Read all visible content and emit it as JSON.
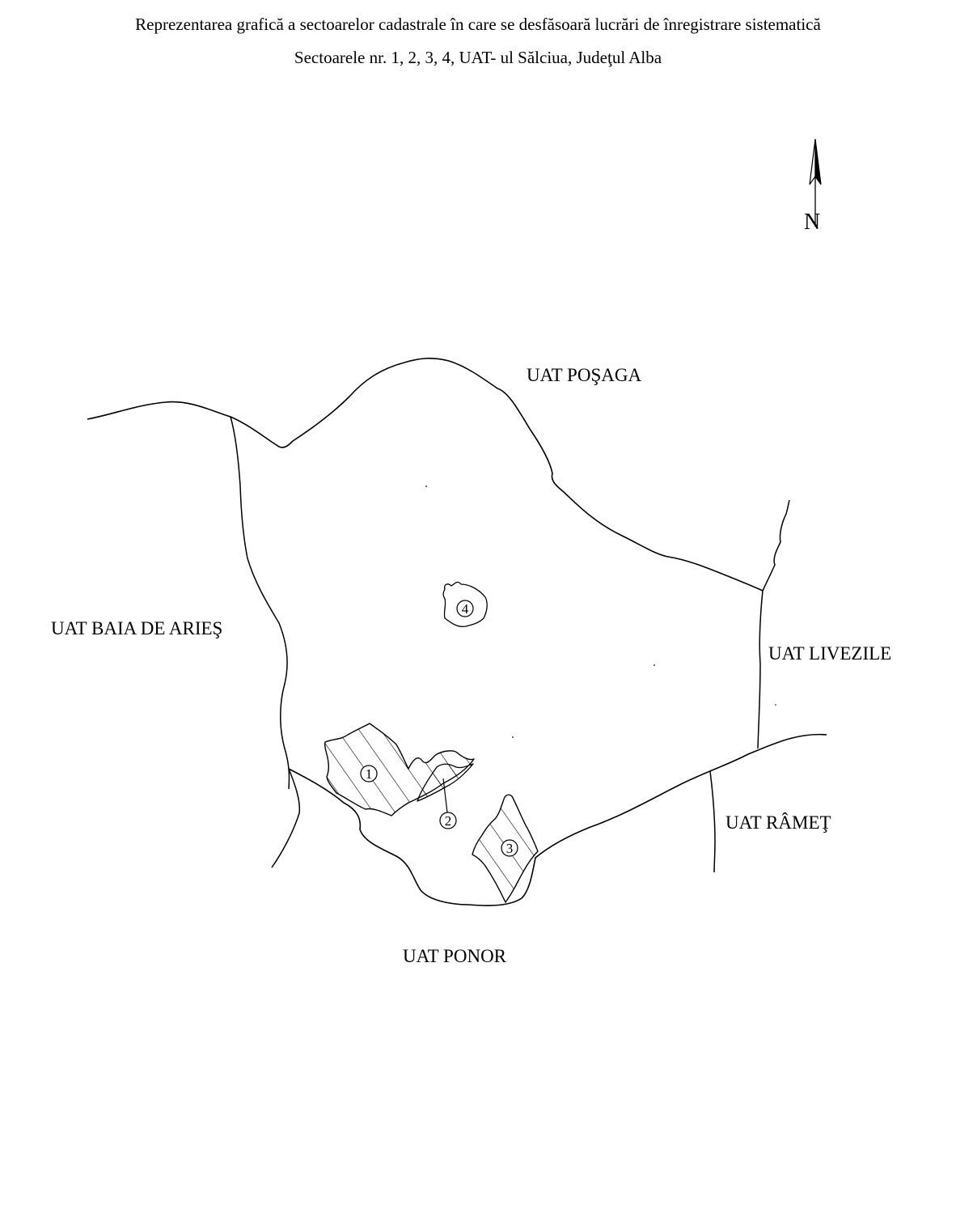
{
  "title": {
    "line1": "Reprezentarea grafică a sectoarelor cadastrale în care se desfăsoară lucrări de înregistrare sistematică",
    "line2": "Sectoarele nr. 1, 2, 3, 4, UAT- ul Sălciua, Judeţul Alba"
  },
  "north_arrow": {
    "letter": "N",
    "icon": "north-arrow-icon"
  },
  "neighbors": {
    "north": "UAT POŞAGA",
    "west": "UAT BAIA DE ARIEŞ",
    "east": "UAT LIVEZILE",
    "southeast": "UAT RÂMEŢ",
    "south": "UAT PONOR"
  },
  "sectors": [
    {
      "number": "1",
      "hatched": true
    },
    {
      "number": "2",
      "hatched": true
    },
    {
      "number": "3",
      "hatched": true
    },
    {
      "number": "4",
      "hatched": false
    }
  ],
  "colors": {
    "line": "#000000",
    "background": "#ffffff"
  }
}
